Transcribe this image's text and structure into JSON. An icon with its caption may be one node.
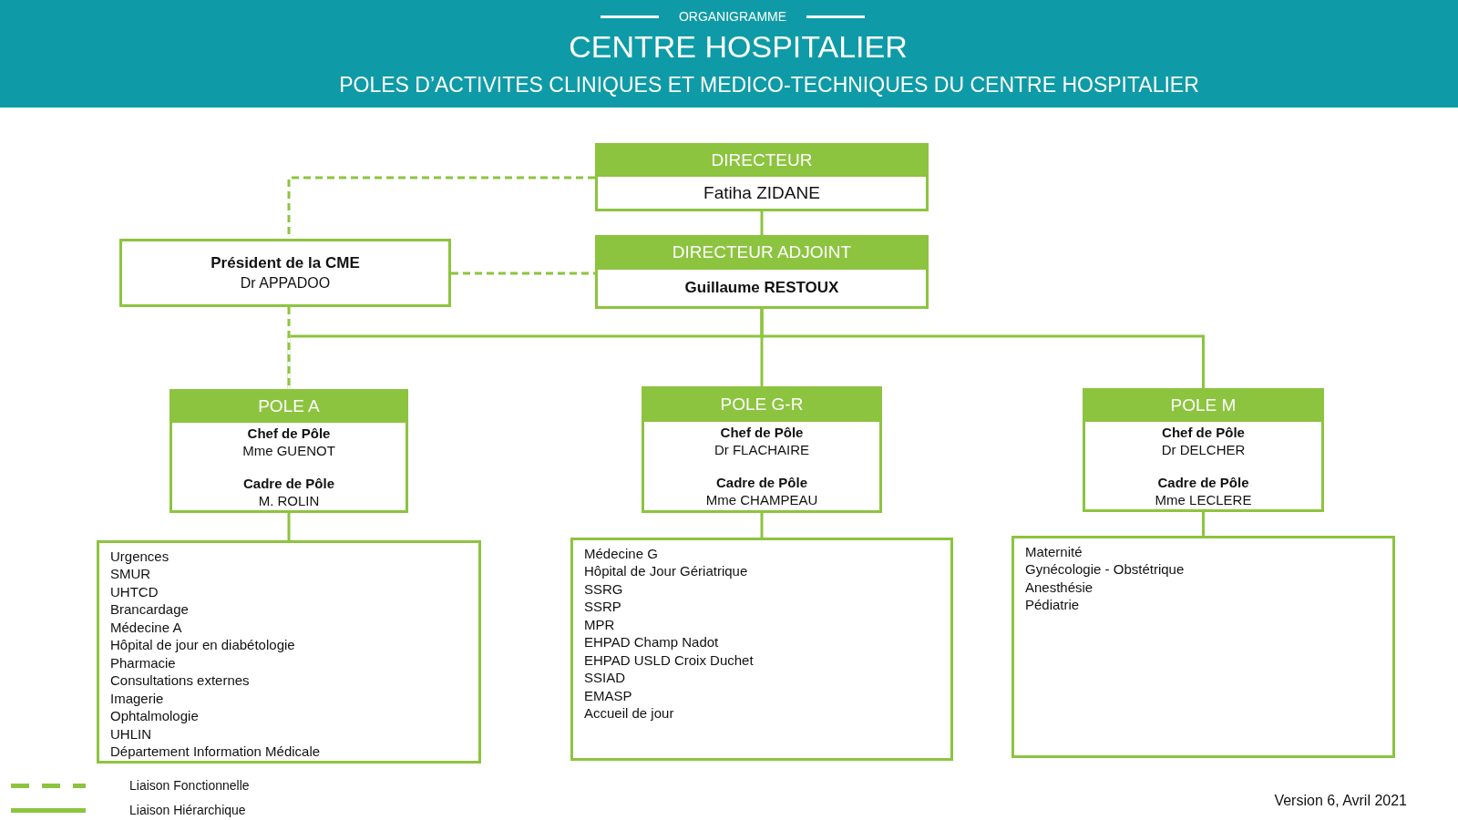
{
  "diagram": {
    "title": "CENTRE HOSPITALIER",
    "nodes": [
      {
        "text": [
          "DIRECTEUR",
          "Fatiha ZIDANE"
        ]
      },
      {
        "text": [
          "DIRECTEUR ADJOINT",
          "Guillaume RESTOUX"
        ]
      },
      {
        "text": [
          "Président de la CME",
          "Dr APPADOO"
        ]
      },
      {
        "text": [
          "POLE A",
          "Chef de Pôle",
          "Mme GUENOT",
          "Cadre de Pôle",
          "M. ROLIN"
        ]
      },
      {
        "text": [
          "POLE G-R",
          "Chef de Pôle",
          "Dr FLACHAIRE",
          "Cadre de Pôle",
          "Mme CHAMPEAU"
        ]
      },
      {
        "text": [
          "POLE M",
          "Chef de Pôle",
          "Dr DELCHER",
          "Cadre de Pôle",
          "Mme LECLERE"
        ]
      },
      {
        "text": [
          "Urgences",
          "SMUR",
          "UHTCD",
          "Brancardage",
          "Médecine A",
          "Hôpital de jour en diabétologie",
          "Pharmacie",
          "Consultations externes",
          "Imagerie",
          "Ophtalmologie",
          "UHLIN",
          "Département Information Médicale"
        ]
      },
      {
        "text": [
          "Médecine G",
          "Hôpital de Jour Gériatrique",
          "SSRG",
          "SSRP",
          "MPR",
          "EHPAD Champ Nadot",
          "EHPAD USLD Croix Duchet",
          "SSIAD",
          "EMASP",
          "Accueil de jour"
        ]
      },
      {
        "text": [
          "Maternité",
          "Gynécologie - Obstétrique",
          "Anesthésie",
          "Pédiatrie"
        ]
      }
    ],
    "edges": [
      {
        "from": 0,
        "to": 1,
        "arrow": "none"
      },
      {
        "from": 0,
        "to": 2,
        "arrow": "none",
        "style": "dashed"
      },
      {
        "from": 2,
        "to": 1,
        "arrow": "none",
        "style": "dashed"
      },
      {
        "from": 1,
        "to": 3,
        "arrow": "none"
      },
      {
        "from": 1,
        "to": 4,
        "arrow": "none"
      },
      {
        "from": 1,
        "to": 5,
        "arrow": "none"
      },
      {
        "from": 2,
        "to": 3,
        "arrow": "none",
        "style": "dashed"
      },
      {
        "from": 3,
        "to": 6,
        "arrow": "none"
      },
      {
        "from": 4,
        "to": 7,
        "arrow": "none"
      },
      {
        "from": 5,
        "to": 8,
        "arrow": "none"
      }
    ],
    "labels": [
      "ORGANIGRAMME",
      "POLES D’ACTIVITES CLINIQUES ET MEDICO-TECHNIQUES DU CENTRE HOSPITALIER",
      "Version 6, Avril 2021"
    ],
    "legend": [
      {
        "text": "Liaison Fonctionnelle"
      },
      {
        "text": "Liaison Hiérarchique"
      }
    ]
  }
}
